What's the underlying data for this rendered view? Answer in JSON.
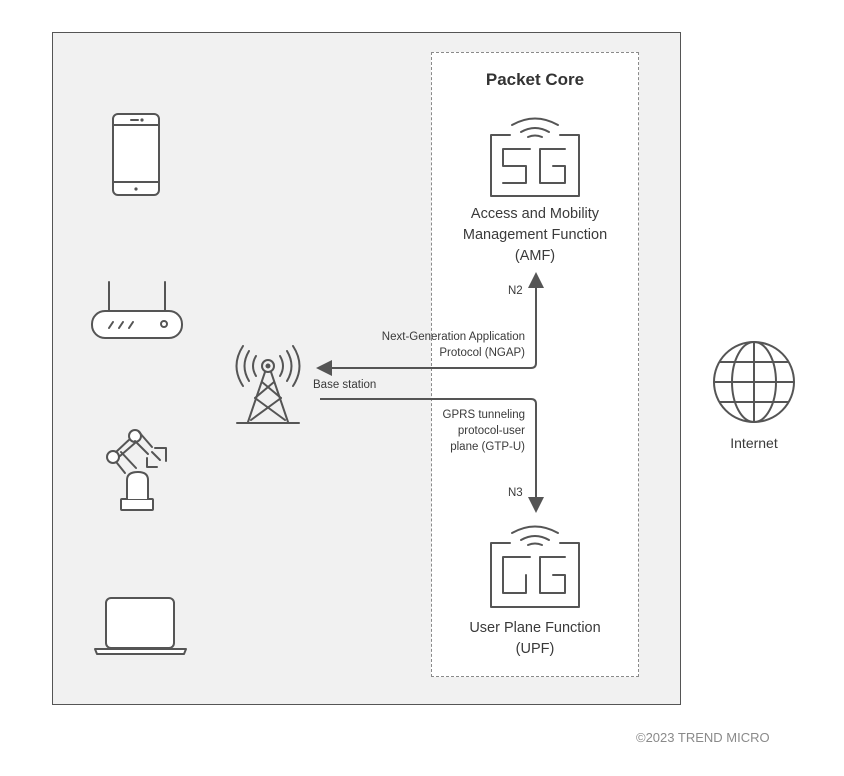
{
  "diagram": {
    "packet_core": {
      "title": "Packet Core",
      "amf": {
        "line1": "Access and Mobility",
        "line2": "Management Function",
        "line3": "(AMF)"
      },
      "upf": {
        "line1": "User Plane Function",
        "line2": "(UPF)"
      }
    },
    "devices": [
      "smartphone",
      "router",
      "robotic-arm",
      "laptop"
    ],
    "base_station": {
      "label": "Base station"
    },
    "links": {
      "n2": {
        "interface": "N2",
        "line1": "Next-Generation Application",
        "line2": "Protocol (NGAP)"
      },
      "n3": {
        "interface": "N3",
        "line1": "GPRS tunneling",
        "line2": "protocol-user",
        "line3": "plane (GTP-U)"
      }
    },
    "internet": {
      "label": "Internet"
    },
    "copyright": "©2023 TREND MICRO"
  },
  "colors": {
    "stroke": "#555555",
    "panel": "#f1f1f1",
    "core_bg": "#ffffff",
    "dash": "#8a8a8a"
  }
}
